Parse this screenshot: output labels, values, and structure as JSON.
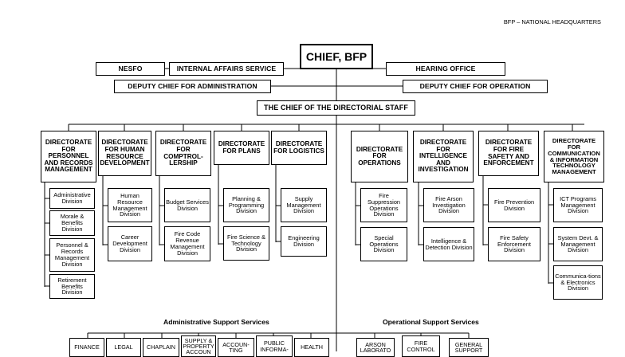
{
  "header": {
    "org": "BFP – NATIONAL HEADQUARTERS"
  },
  "chief": "CHIEF, BFP",
  "offices": {
    "nesfo": "NESFO",
    "internal_affairs": "INTERNAL AFFAIRS SERVICE",
    "hearing": "HEARING OFFICE"
  },
  "deputies": {
    "admin": "DEPUTY CHIEF FOR ADMINISTRATION",
    "operation": "DEPUTY CHIEF FOR OPERATION"
  },
  "staff": "THE CHIEF OF THE DIRECTORIAL STAFF",
  "directorates": [
    {
      "label": "DIRECTORATE FOR PERSONNEL AND RECORDS MANAGEMENT",
      "divisions": [
        "Administrative Division",
        "Morale & Benefits Division",
        "Personnel & Records Management Division",
        "Retirement Benefits Division"
      ]
    },
    {
      "label": "DIRECTORATE FOR HUMAN RESOURCE DEVELOPMENT",
      "divisions": [
        "Human Resource Management Division",
        "Career Development Division"
      ]
    },
    {
      "label": "DIRECTORATE FOR COMPTROL-LERSHIP",
      "divisions": [
        "Budget Services Division",
        "Fire Code Revenue Management Division"
      ]
    },
    {
      "label": "DIRECTORATE FOR PLANS",
      "divisions": [
        "Planning & Programming Division",
        "Fire Science & Technology Division"
      ]
    },
    {
      "label": "DIRECTORATE FOR LOGISTICS",
      "divisions": [
        "Supply Management Division",
        "Engineering Division"
      ]
    },
    {
      "label": "DIRECTORATE FOR OPERATIONS",
      "divisions": [
        "Fire Suppression Operations Division",
        "Special Operations Division"
      ]
    },
    {
      "label": "DIRECTORATE FOR INTELLIGENCE AND INVESTIGATION",
      "divisions": [
        "Fire Arson Investigation Division",
        "Intelligence & Detection Division"
      ]
    },
    {
      "label": "DIRECTORATE FOR FIRE SAFETY AND ENFORCEMENT",
      "divisions": [
        "Fire Prevention Division",
        "Fire Safety Enforcement Division"
      ]
    },
    {
      "label": "DIRECTORATE FOR COMMUNICATION & INFORMATION TECHNOLOGY MANAGEMENT",
      "divisions": [
        "ICT Programs Management Division",
        "System Devt. & Management Division",
        "Communica-tions & Electronics Division"
      ]
    }
  ],
  "admin_support": {
    "title": "Administrative Support Services",
    "units": [
      "FINANCE",
      "LEGAL",
      "CHAPLAIN",
      "SUPPLY & PROPERTY ACCOUN",
      "ACCOUN-TING",
      "PUBLIC INFORMA-",
      "HEALTH"
    ]
  },
  "op_support": {
    "title": "Operational Support Services",
    "units": [
      "ARSON LABORATO",
      "FIRE CONTROL",
      "GENERAL SUPPORT"
    ]
  }
}
